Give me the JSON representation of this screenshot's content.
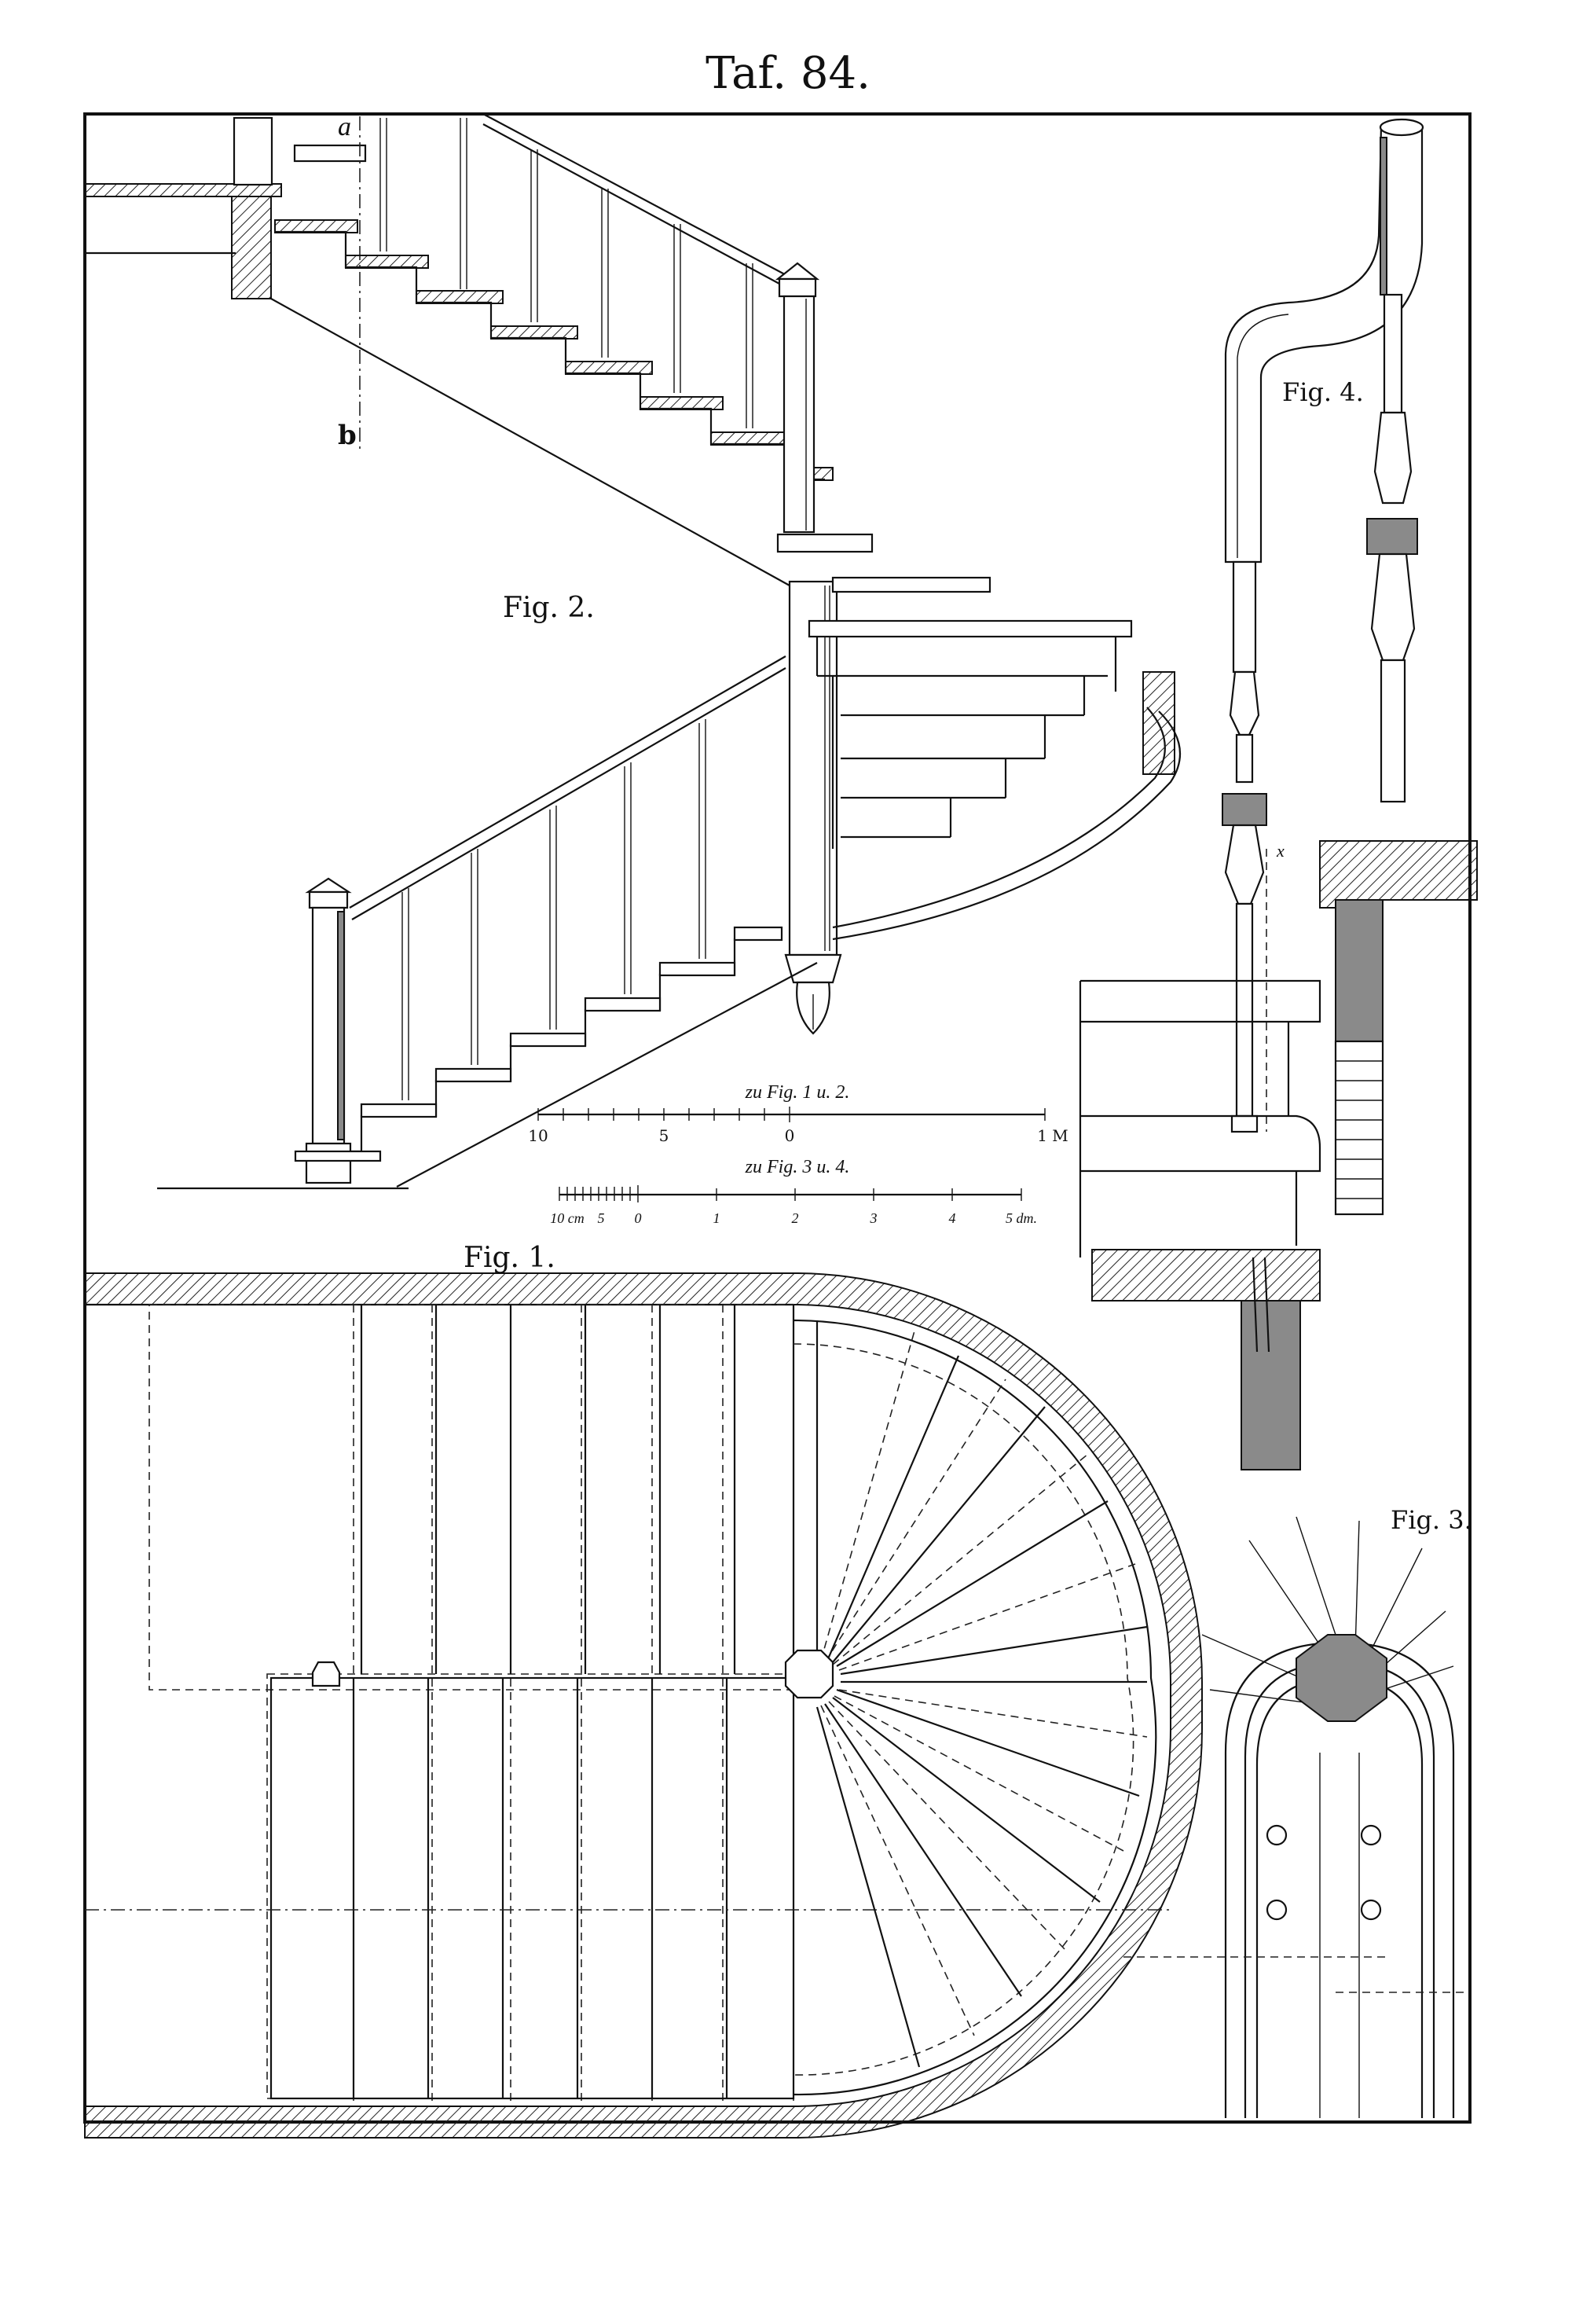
{
  "plate": {
    "title": "Taf. 84."
  },
  "figures": {
    "fig1": "Fig. 1.",
    "fig2": "Fig. 2.",
    "fig3": "Fig. 3.",
    "fig4": "Fig. 4."
  },
  "section_marks": {
    "a": "a",
    "b": "b",
    "x": "x"
  },
  "scales": {
    "scale_a": {
      "caption": "zu Fig. 1 u. 2.",
      "labels": [
        "10",
        "5",
        "0",
        "1 M"
      ]
    },
    "scale_b": {
      "caption": "zu Fig. 3 u. 4.",
      "labels": [
        "10 cm",
        "5",
        "0",
        "1",
        "2",
        "3",
        "4",
        "5 dm."
      ]
    }
  }
}
